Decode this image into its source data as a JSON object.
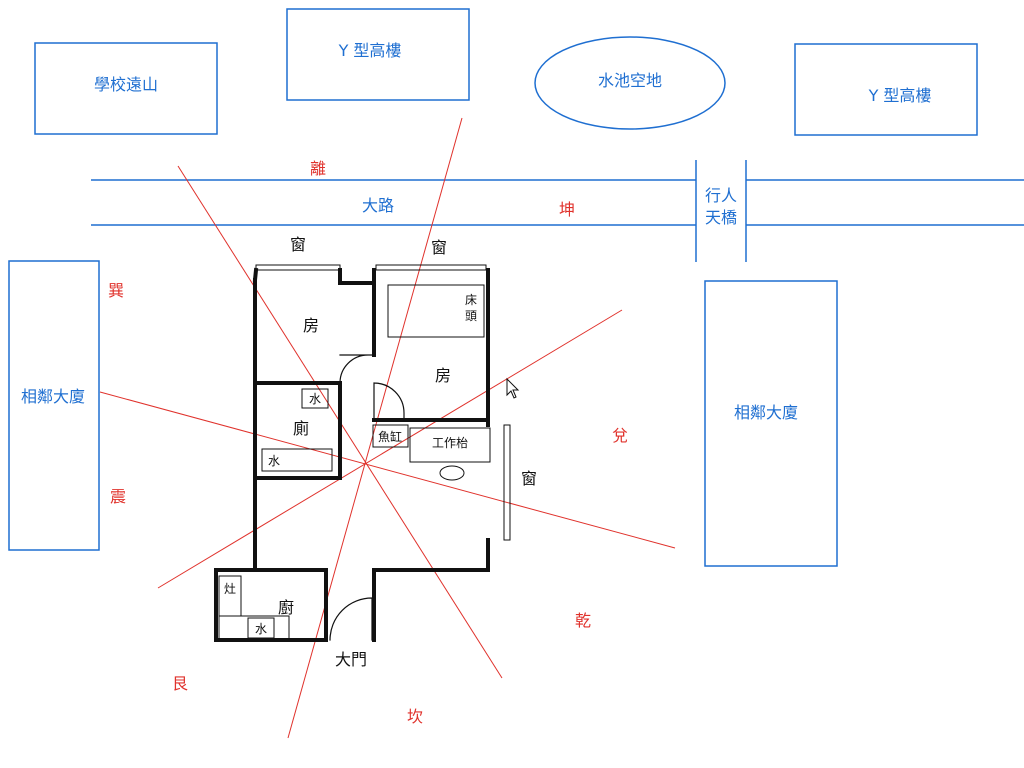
{
  "surroundings": {
    "school_mountain": "學校遠山",
    "y_tower_left": "Y 型高樓",
    "pond": "水池空地",
    "y_tower_right": "Y 型高樓",
    "road": "大路",
    "footbridge_line1": "行人",
    "footbridge_line2": "天橋",
    "neighbor_left": "相鄰大廈",
    "neighbor_right": "相鄰大廈"
  },
  "trigrams": {
    "li": "離",
    "kun": "坤",
    "xun": "巽",
    "zhen": "震",
    "dui": "兌",
    "qian": "乾",
    "gen": "艮",
    "kan": "坎"
  },
  "floorplan": {
    "window_top_left": "窗",
    "window_top_right": "窗",
    "window_right": "窗",
    "room_left": "房",
    "room_right": "房",
    "bed_head_line1": "床",
    "bed_head_line2": "頭",
    "toilet": "廁",
    "water_1": "水",
    "water_2": "水",
    "water_3": "水",
    "fish_tank": "魚缸",
    "workbench": "工作枱",
    "kitchen": "廚",
    "stove": "灶",
    "main_door": "大門"
  },
  "colors": {
    "blue": "#1f6fd1",
    "red": "#e0322c",
    "black": "#111111"
  }
}
